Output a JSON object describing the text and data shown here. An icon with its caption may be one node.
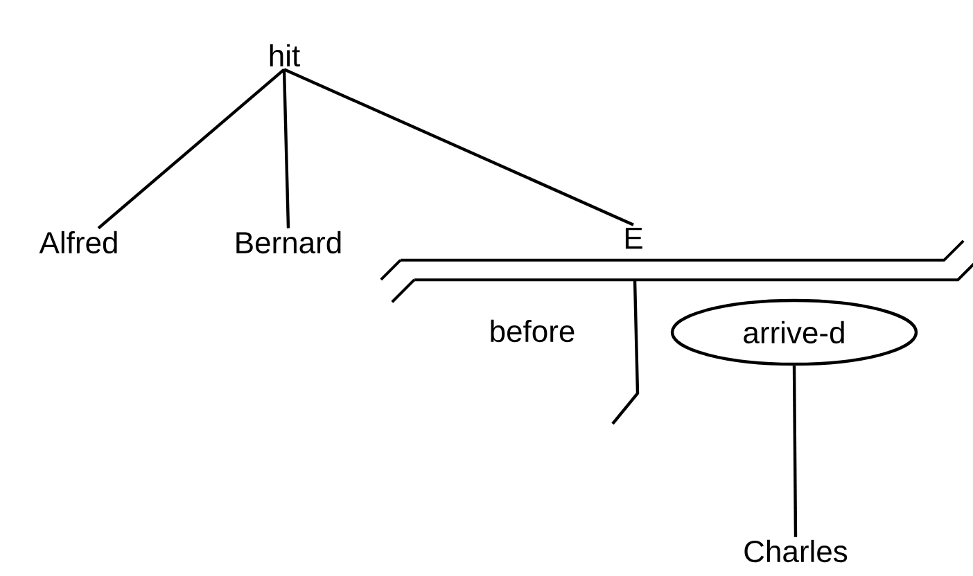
{
  "diagram": {
    "nodes": [
      {
        "text": [
          "hit"
        ]
      },
      {
        "text": [
          "Alfred"
        ]
      },
      {
        "text": [
          "Bernard"
        ]
      },
      {
        "text": [
          "E"
        ]
      },
      {
        "text": [
          "arrive-d"
        ]
      },
      {
        "text": [
          "Charles"
        ]
      },
      {
        "text": [],
        "shape": "bar"
      }
    ],
    "edges": [
      {
        "from": 0,
        "to": 1,
        "arrow": "none"
      },
      {
        "from": 0,
        "to": 2,
        "arrow": "none"
      },
      {
        "from": 0,
        "to": 3,
        "arrow": "none"
      },
      {
        "from": 4,
        "to": 5,
        "arrow": "none"
      },
      {
        "from": 6,
        "to": null,
        "arrow": "none",
        "label": "before"
      }
    ]
  }
}
